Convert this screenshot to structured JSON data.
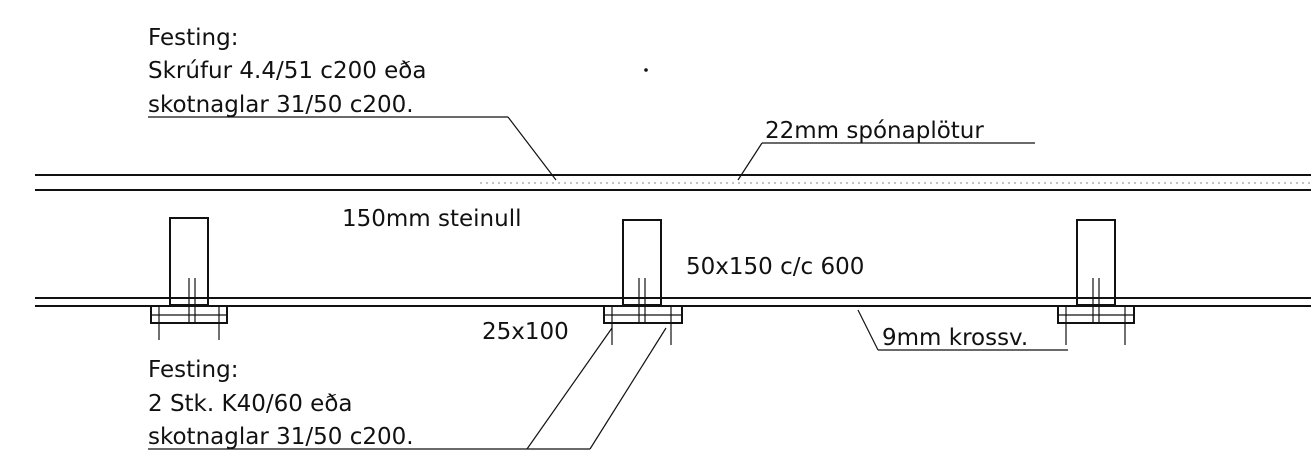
{
  "labels": {
    "top_fastening_title": "Festing:",
    "top_fastening_line1": "Skrúfur 4.4/51 c200 eða",
    "top_fastening_line2": "skotnaglar 31/50 c200.",
    "chipboard": "22mm spónaplötur",
    "insulation": "150mm steinull",
    "joist": "50x150 c/c 600",
    "batten": "25x100",
    "plywood": "9mm krossv.",
    "bottom_fastening_title": "Festing:",
    "bottom_fastening_line1": "2 Stk. K40/60 eða",
    "bottom_fastening_line2": "skotnaglar 31/50 c200."
  }
}
